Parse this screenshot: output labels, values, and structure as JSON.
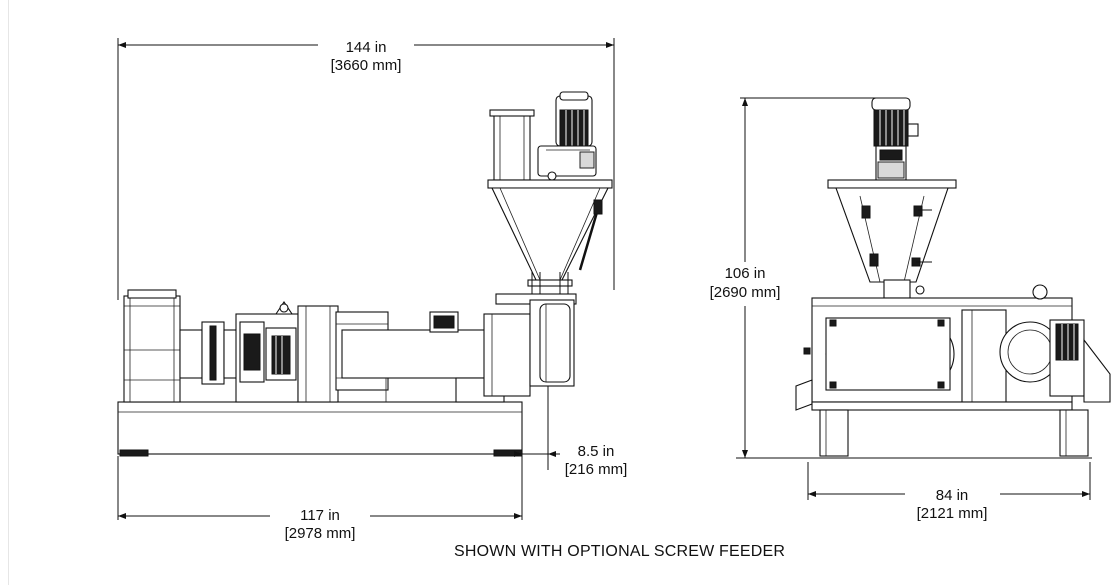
{
  "dimensions": {
    "overall_length": {
      "imperial": "144 in",
      "metric": "[3660 mm]"
    },
    "base_length": {
      "imperial": "117 in",
      "metric": "[2978 mm]"
    },
    "offset": {
      "imperial": "8.5 in",
      "metric": "[216 mm]"
    },
    "height": {
      "imperial": "106 in",
      "metric": "[2690 mm]"
    },
    "width": {
      "imperial": "84 in",
      "metric": "[2121 mm]"
    }
  },
  "caption": "SHOWN WITH OPTIONAL SCREW FEEDER"
}
